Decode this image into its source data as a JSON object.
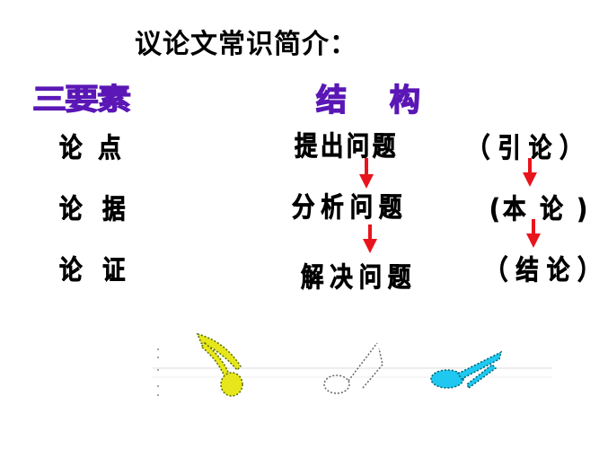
{
  "title": "议论文常识简介：",
  "elements": {
    "heading": "三要素",
    "items": [
      "论  点",
      "论 据",
      "论 证"
    ]
  },
  "structure": {
    "heading": "结 构",
    "steps": [
      "提出问题",
      "分析问题",
      "解决问题"
    ],
    "parts": [
      "（ 引 论 ）",
      "(本 论 )",
      "（ 结 论 ）"
    ]
  },
  "colors": {
    "heading": "#6a1fc9",
    "arrow": "#e8141c",
    "note1": "#e6e61a",
    "note3": "#1ec8f0"
  },
  "icons": [
    "arrow-down-icon",
    "music-note-icon"
  ]
}
